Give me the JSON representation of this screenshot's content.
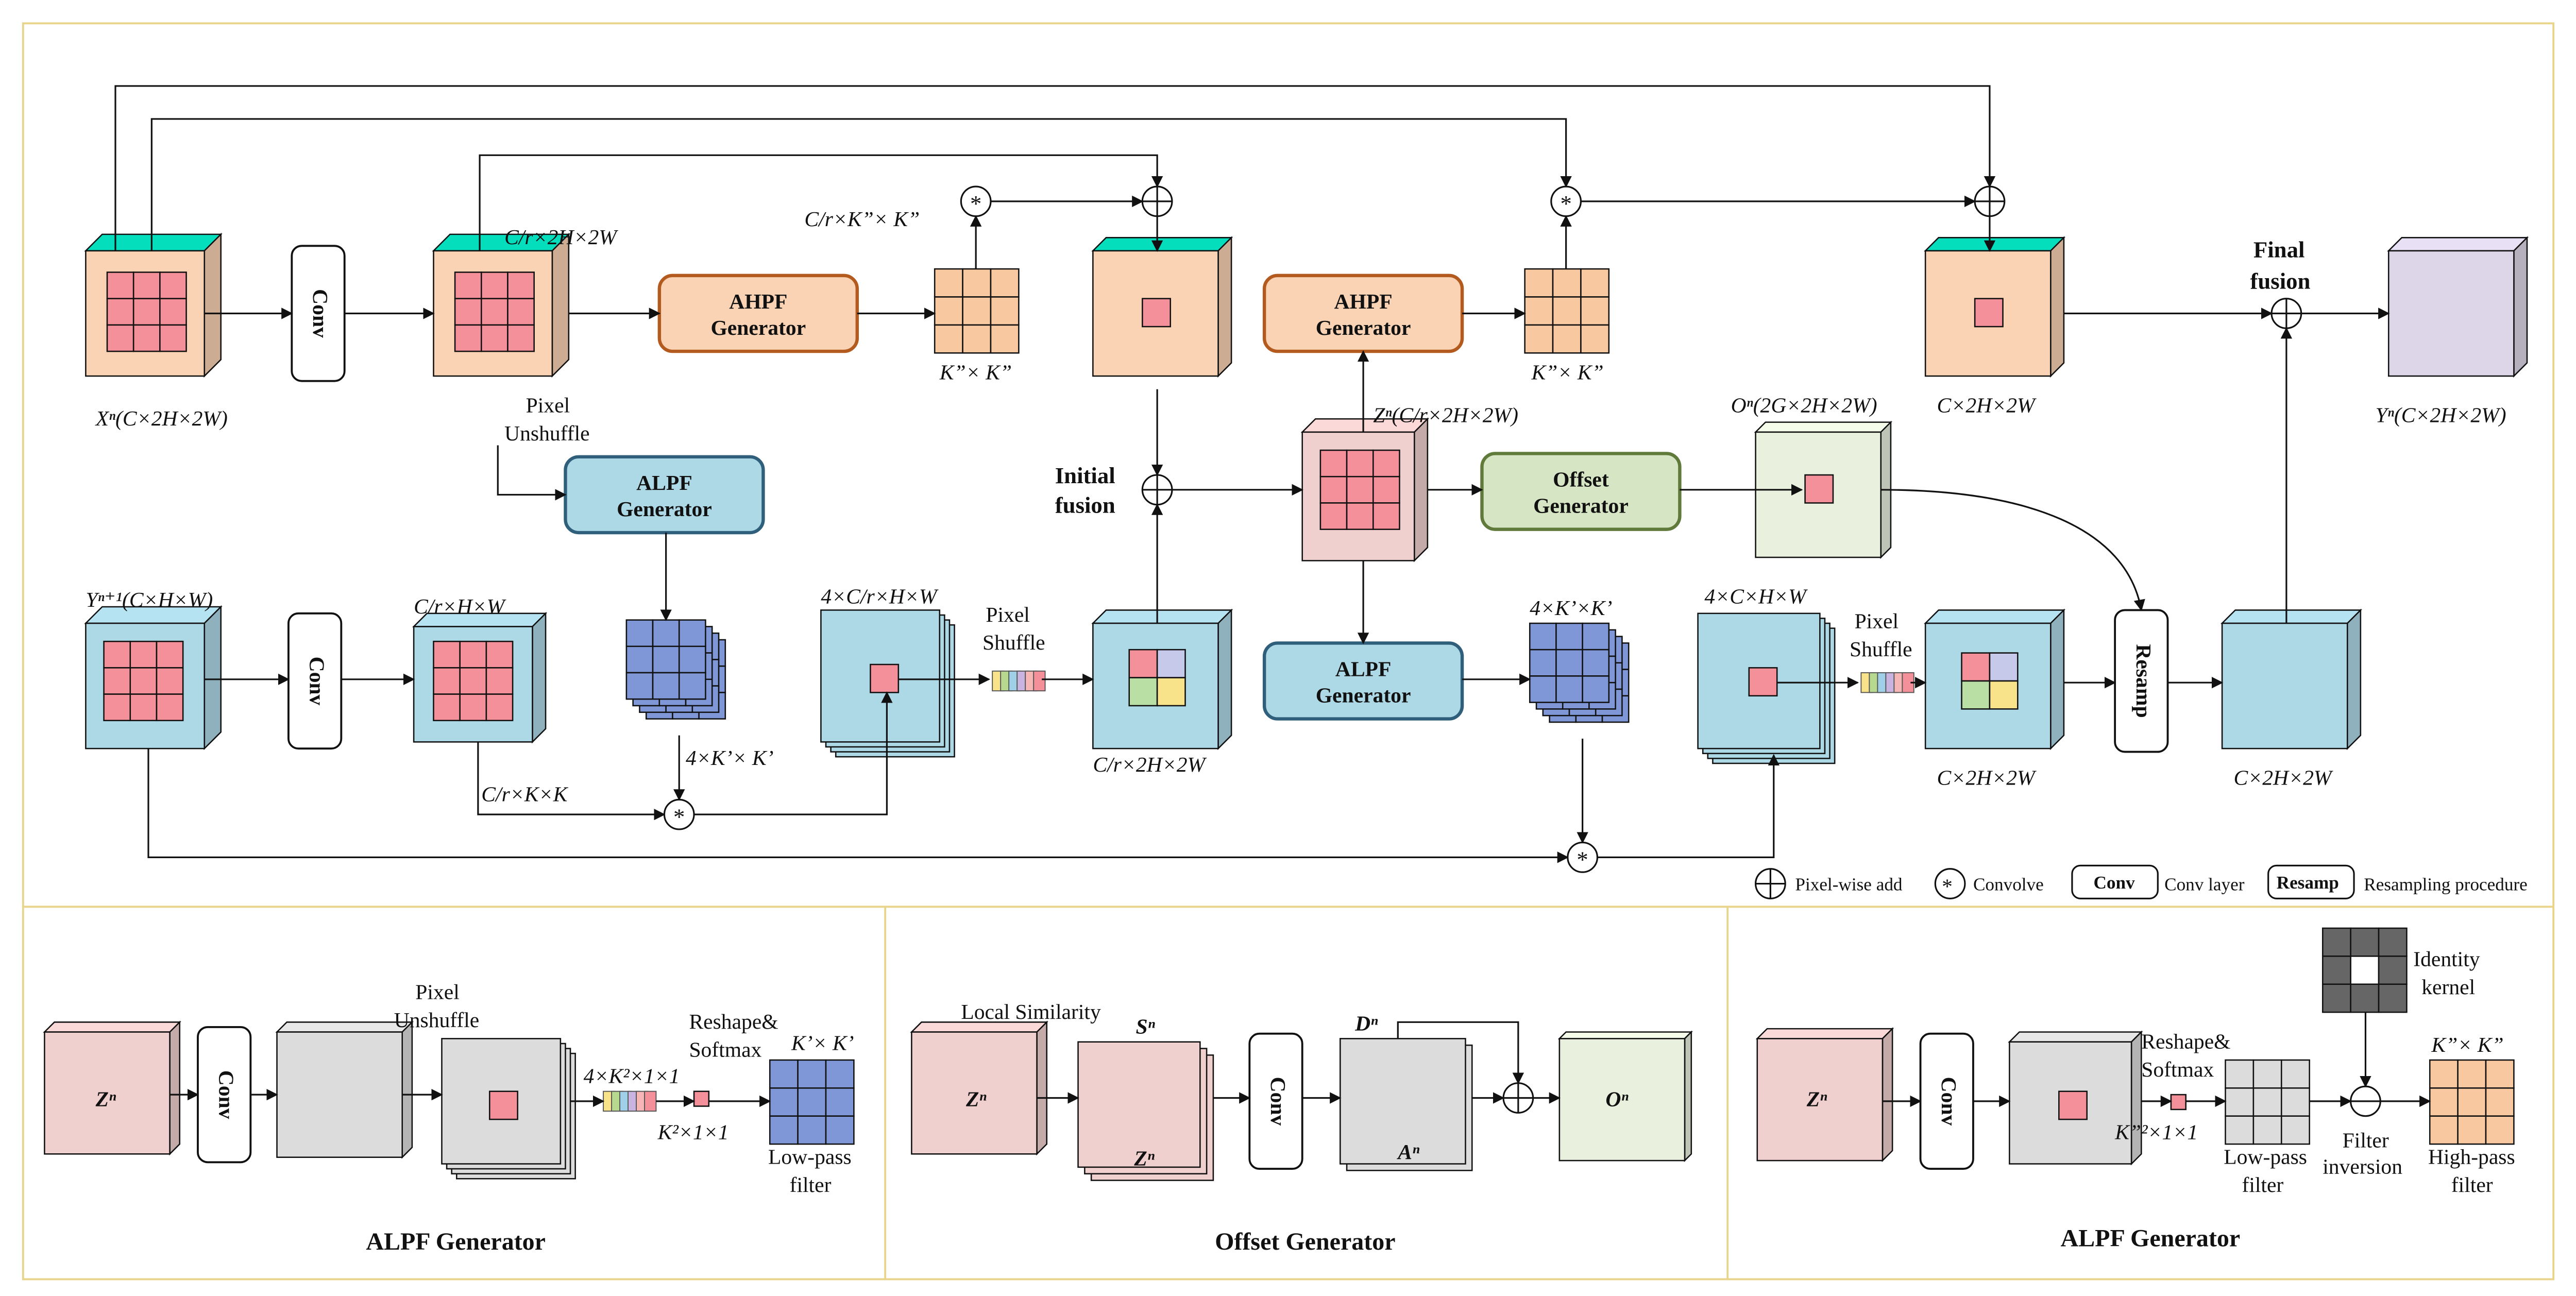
{
  "legend": {
    "add_label": "Pixel-wise add",
    "conv_label": "Convolve",
    "conv_box": "Conv",
    "conv_desc": "Conv layer",
    "resamp_box": "Resamp",
    "resamp_desc": "Resampling procedure"
  },
  "main": {
    "conv": "Conv",
    "resamp": "Resamp",
    "xn_label": "Xⁿ(C×2H×2W)",
    "yn1_label": "Yⁿ⁺¹(C×H×W)",
    "crhw_label": "C/r×H×W",
    "cr2h2w_top": "C/r×2H×2W",
    "pixel_unshuffle": "Pixel Unshuffle",
    "ahpf_top": "AHPF Generator",
    "alpf_top": "ALPF Generator",
    "ahpf_mid": "AHPF Generator",
    "alpf_mid": "ALPF Generator",
    "offset_gen": "Offset Generator",
    "kpp_kernel_1": "K”× K”",
    "kpp_kernel_2": "K”× K”",
    "crkppkpp": "C/r×K”× K”",
    "crkk": "C/r×K×K",
    "four_kp_1": "4×K’× K’",
    "four_kp_2": "4×K’×K’",
    "four_crhw": "4×C/r×H×W",
    "pixel_shuffle_1": "Pixel Shuffle",
    "pixel_shuffle_2": "Pixel Shuffle",
    "cr2h2w_bottom": "C/r×2H×2W",
    "initial_fusion": "Initial fusion",
    "zn_label": "Zⁿ(C/r×2H×2W)",
    "on_label": "Oⁿ(2G×2H×2W)",
    "four_chw": "4×C×H×W",
    "c2h2w_top": "C×2H×2W",
    "c2h2w_mid": "C×2H×2W",
    "c2h2w_right": "C×2H×2W",
    "final_fusion": "Final fusion",
    "yn_label": "Yⁿ(C×2H×2W)"
  },
  "panel1": {
    "title": "ALPF Generator",
    "zn": "Zⁿ",
    "conv": "Conv",
    "pixel_unshuffle": "Pixel Unshuffle",
    "shape1": "4×K²×1×1",
    "shape2": "K²×1×1",
    "reshape": "Reshape& Softmax",
    "kernel": "K’× K’",
    "lowpass": "Low-pass filter"
  },
  "panel2": {
    "title": "Offset Generator",
    "local_sim": "Local Similarity",
    "zn": "Zⁿ",
    "sn": "Sⁿ",
    "zn2": "Zⁿ",
    "conv": "Conv",
    "dn": "Dⁿ",
    "an": "Aⁿ",
    "on": "Oⁿ"
  },
  "panel3": {
    "title": "ALPF Generator",
    "zn": "Zⁿ",
    "conv": "Conv",
    "reshape": "Reshape& Softmax",
    "shape": "K”²×1×1",
    "lowpass": "Low-pass filter",
    "identity": "Identity kernel",
    "filter_inv": "Filter inversion",
    "kernel": "K”× K”",
    "highpass": "High-pass filter"
  },
  "colors": {
    "orange_face": "#f9d3b4",
    "orange_border": "#b35a1f",
    "blue_face": "#add8e6",
    "pink_face": "#f0cfcf",
    "green_face": "#d6e5c3",
    "green_border": "#5f7a3a",
    "lightgreen_face": "#e9f0de",
    "purple_face": "#ddd5e8",
    "grid_red": "#f4909a",
    "grid_blue": "#7f97d6",
    "grid_orange": "#f8c9a0",
    "gray_face": "#dcdcdc",
    "frame": "#e8d48a"
  }
}
